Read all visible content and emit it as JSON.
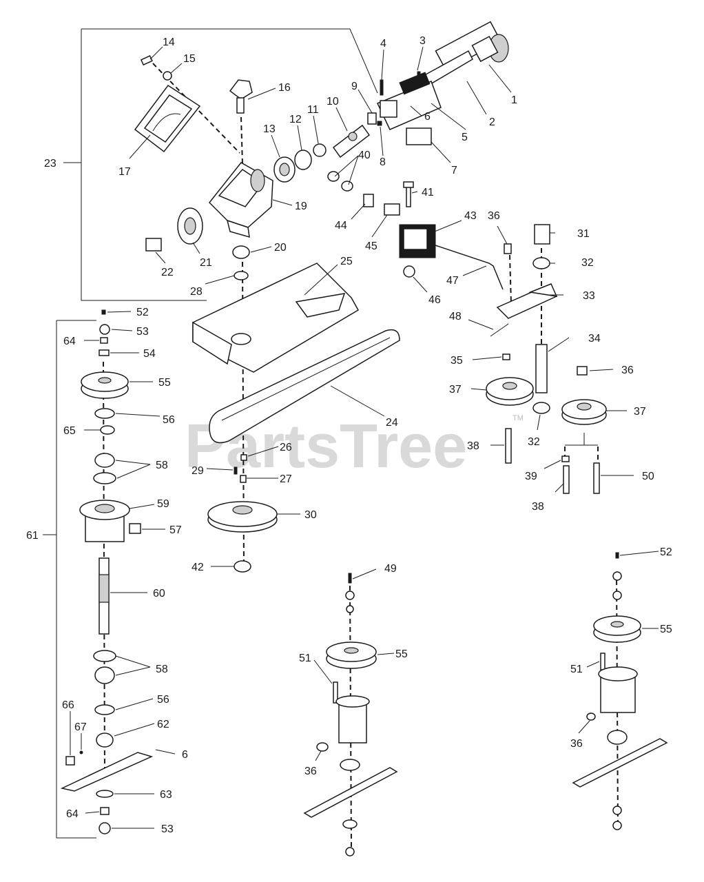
{
  "watermark": {
    "text": "PartsTree",
    "tm": "TM"
  },
  "callouts": {
    "c1": "1",
    "c2": "2",
    "c3": "3",
    "c4": "4",
    "c5": "5",
    "c6": "6",
    "c7": "7",
    "c8": "8",
    "c9": "9",
    "c10": "10",
    "c11": "11",
    "c12": "12",
    "c13": "13",
    "c14": "14",
    "c15": "15",
    "c16": "16",
    "c17": "17",
    "c19": "19",
    "c20": "20",
    "c21": "21",
    "c22": "22",
    "c23": "23",
    "c24": "24",
    "c25": "25",
    "c26": "26",
    "c27": "27",
    "c28": "28",
    "c29": "29",
    "c30": "30",
    "c31": "31",
    "c32a": "32",
    "c32b": "32",
    "c33": "33",
    "c34": "34",
    "c35": "35",
    "c36a": "36",
    "c36b": "36",
    "c36c": "36",
    "c36d": "36",
    "c37a": "37",
    "c37b": "37",
    "c38a": "38",
    "c38b": "38",
    "c39": "39",
    "c40": "40",
    "c41": "41",
    "c42": "42",
    "c43": "43",
    "c44": "44",
    "c45": "45",
    "c46": "46",
    "c47": "47",
    "c48": "48",
    "c49": "49",
    "c50": "50",
    "c51a": "51",
    "c51b": "51",
    "c52a": "52",
    "c52b": "52",
    "c53a": "53",
    "c53b": "53",
    "c54": "54",
    "c55a": "55",
    "c55b": "55",
    "c55c": "55",
    "c56a": "56",
    "c56b": "56",
    "c57": "57",
    "c58a": "58",
    "c58b": "58",
    "c59": "59",
    "c60": "60",
    "c61": "61",
    "c62": "62",
    "c63": "63",
    "c64a": "64",
    "c64b": "64",
    "c65": "65",
    "c66": "66",
    "c67": "67",
    "c6b": "6"
  }
}
